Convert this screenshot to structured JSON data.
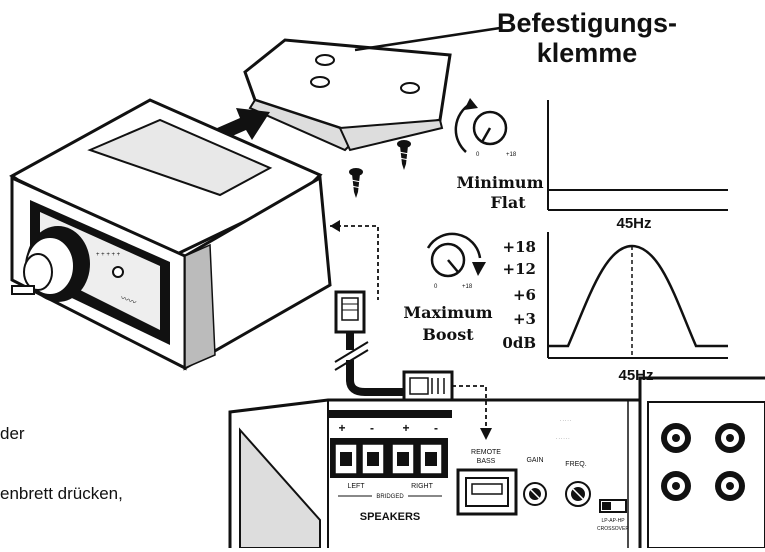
{
  "clamp_label": {
    "line1": "Befestigungs-",
    "line2": "klemme"
  },
  "knob_min": {
    "line1": "Minimum",
    "line2": "Flat"
  },
  "knob_max": {
    "line1": "Maximum",
    "line2": "Boost"
  },
  "graph_flat": {
    "freq_label": "45Hz"
  },
  "graph_boost": {
    "freq_label": "45Hz",
    "db_labels": [
      "+18",
      "+12",
      "+6",
      "+3",
      "0dB"
    ]
  },
  "amp_panel": {
    "speakers_label": "SPEAKERS",
    "terminal_signs": [
      "+",
      "-",
      "+",
      "-"
    ],
    "left_label": "LEFT",
    "right_label": "RIGHT",
    "bridged_label": "BRIDGED",
    "remote_label_1": "REMOTE",
    "remote_label_2": "BASS",
    "gain_label": "GAIN",
    "freq_label": "FREQ.",
    "crossover_label_1": "LP-AP-HP",
    "crossover_label_2": "CROSSOVER"
  },
  "cut_text": {
    "line1": "der",
    "line2": "enbrett drücken,"
  }
}
